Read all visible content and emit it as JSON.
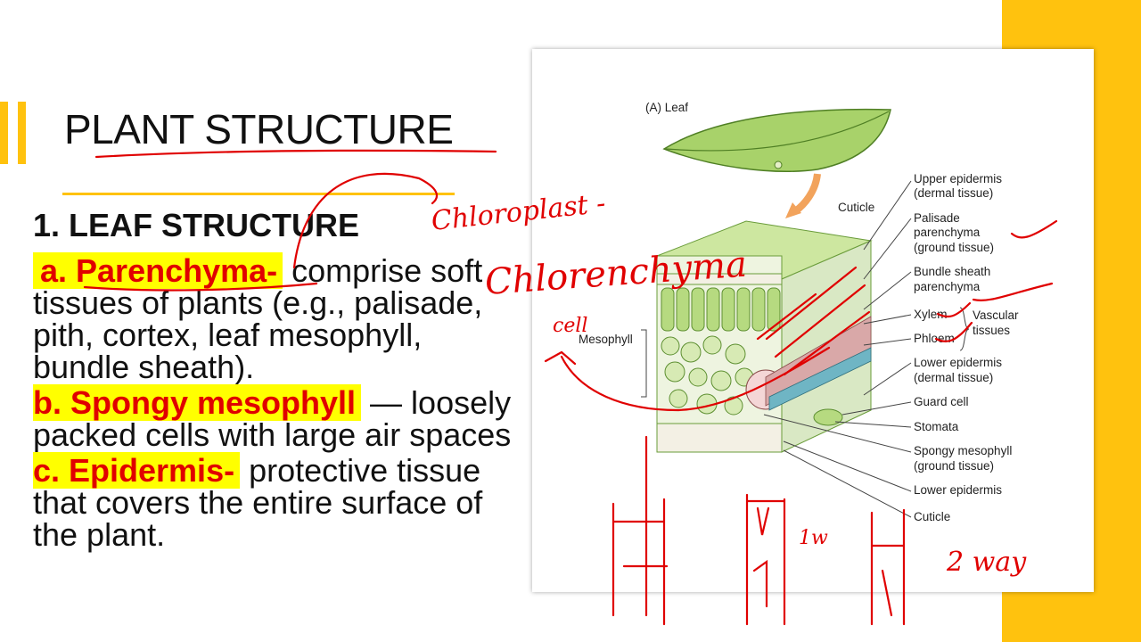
{
  "colors": {
    "accent_yellow": "#FFC20E",
    "highlight": "#FFFF00",
    "term_red": "#E00000",
    "ink_red": "#E00000"
  },
  "slide": {
    "title": "PLANT STRUCTURE",
    "section_heading": "1.  LEAF STRUCTURE",
    "items": [
      {
        "term": "a. Parenchyma-",
        "desc": " comprise soft tissues of plants (e.g., palisade, pith, cortex, leaf mesophyll, bundle sheath)."
      },
      {
        "term": "b. Spongy mesophyll",
        "desc": " — loosely packed cells with large air spaces"
      },
      {
        "term": "c. Epidermis-",
        "desc": " protective tissue that covers the entire surface of the plant."
      }
    ]
  },
  "figure": {
    "panel_label": "(A) Leaf",
    "labels": {
      "cuticle_top": "Cuticle",
      "mesophyll": "Mesophyll",
      "upper_epidermis_1": "Upper epidermis",
      "upper_epidermis_2": "(dermal tissue)",
      "palisade_1": "Palisade",
      "palisade_2": "parenchyma",
      "palisade_3": "(ground tissue)",
      "bundle_sheath_1": "Bundle sheath",
      "bundle_sheath_2": "parenchyma",
      "xylem": "Xylem",
      "phloem": "Phloem",
      "vascular_1": "Vascular",
      "vascular_2": "tissues",
      "lower_epidermis_1": "Lower epidermis",
      "lower_epidermis_2": "(dermal tissue)",
      "guard_cell": "Guard cell",
      "stomata": "Stomata",
      "spongy_1": "Spongy mesophyll",
      "spongy_2": "(ground tissue)",
      "lower_epidermis_b": "Lower epidermis",
      "cuticle_bottom": "Cuticle"
    }
  },
  "annotations": {
    "chloroplast": "Chloroplast -",
    "chlorenchyma": "Chlorenchyma",
    "cell": "cell",
    "one_way": "1w",
    "two_way": "2 way"
  }
}
